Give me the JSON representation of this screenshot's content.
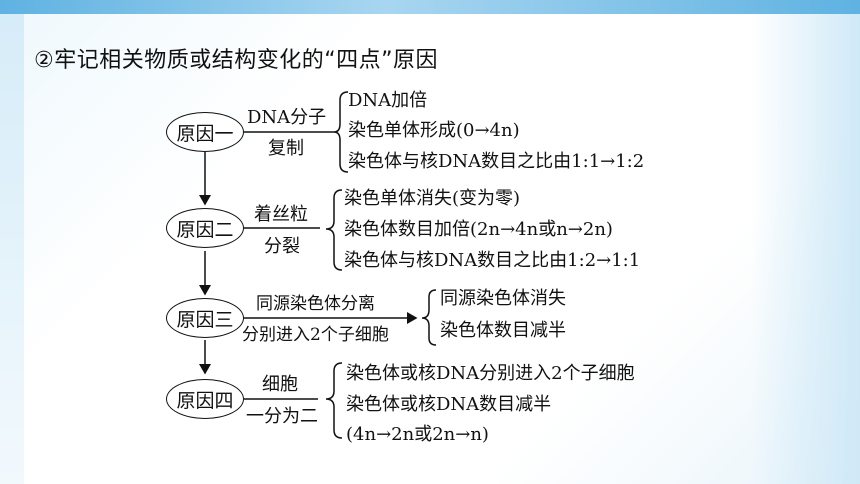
{
  "heading": "②牢记相关物质或结构变化的“四点”原因",
  "causes": [
    {
      "name": "原因一",
      "event_top": "DNA分子",
      "event_bottom": "复制",
      "results": [
        "DNA加倍",
        "染色单体形成(0→4n)",
        "染色体与核DNA数目之比由1:1→1:2"
      ]
    },
    {
      "name": "原因二",
      "event_top": "着丝粒",
      "event_bottom": "分裂",
      "results": [
        "染色单体消失(变为零)",
        "染色体数目加倍(2n→4n或n→2n)",
        "染色体与核DNA数目之比由1:2→1:1"
      ]
    },
    {
      "name": "原因三",
      "event_top": "同源染色体分离",
      "event_bottom": "分别进入2个子细胞",
      "results": [
        "同源染色体消失",
        "染色体数目减半"
      ]
    },
    {
      "name": "原因四",
      "event_top": "细胞",
      "event_bottom": "一分为二",
      "results": [
        "染色体或核DNA分别进入2个子细胞",
        "染色体或核DNA数目减半",
        "(4n→2n或2n→n)"
      ]
    }
  ]
}
